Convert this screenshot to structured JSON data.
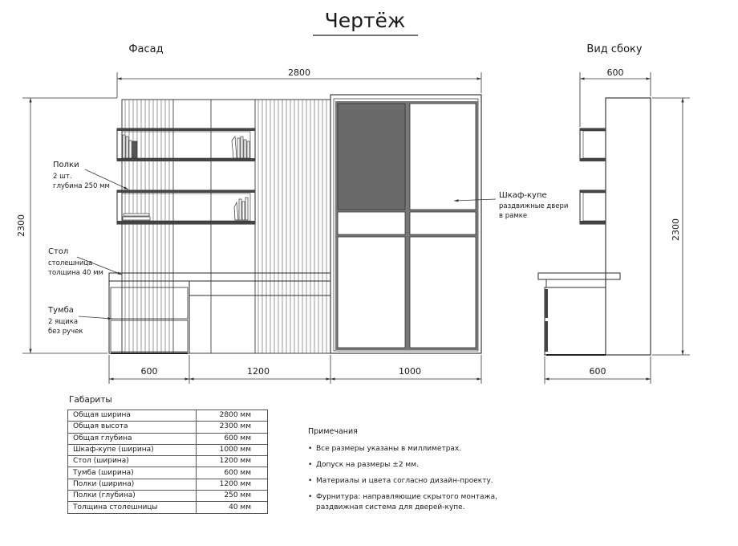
{
  "title": "Чертёж",
  "views": {
    "front": "Фасад",
    "side": "Вид сбоку"
  },
  "dimensions": {
    "overall_width": "2800",
    "overall_height": "2300",
    "pedestal_width": "600",
    "desk_width": "1200",
    "wardrobe_width": "1000",
    "side_depth_top": "600",
    "side_depth_bottom": "600",
    "side_height": "2300"
  },
  "callouts": {
    "shelves": {
      "title": "Полки",
      "line1": "2 шт.",
      "line2": "глубина 250 мм"
    },
    "desk": {
      "title": "Стол",
      "line1": "столешница",
      "line2": "толщина 40 мм"
    },
    "pedestal": {
      "title": "Тумба",
      "line1": "2 ящика",
      "line2": "без ручек"
    },
    "wardrobe": {
      "title": "Шкаф-купе",
      "line1": "раздвижные двери",
      "line2": "в рамке"
    }
  },
  "table": {
    "title": "Габариты",
    "rows": [
      {
        "name": "Общая ширина",
        "value": "2800 мм"
      },
      {
        "name": "Общая высота",
        "value": "2300 мм"
      },
      {
        "name": "Общая глубина",
        "value": "600 мм"
      },
      {
        "name": "Шкаф-купе (ширина)",
        "value": "1000 мм"
      },
      {
        "name": "Стол (ширина)",
        "value": "1200 мм"
      },
      {
        "name": "Тумба (ширина)",
        "value": "600 мм"
      },
      {
        "name": "Полки (ширина)",
        "value": "1200 мм"
      },
      {
        "name": "Полки (глубина)",
        "value": "250 мм"
      },
      {
        "name": "Толщина столешницы",
        "value": "40 мм"
      }
    ]
  },
  "notes": {
    "title": "Примечания",
    "items": [
      "Все размеры указаны в миллиметрах.",
      "Допуск на размеры ±2 мм.",
      "Материалы и цвета согласно дизайн-проекту.",
      "Фурнитура: направляющие скрытого монтажа, раздвижная система для дверей-купе."
    ]
  }
}
